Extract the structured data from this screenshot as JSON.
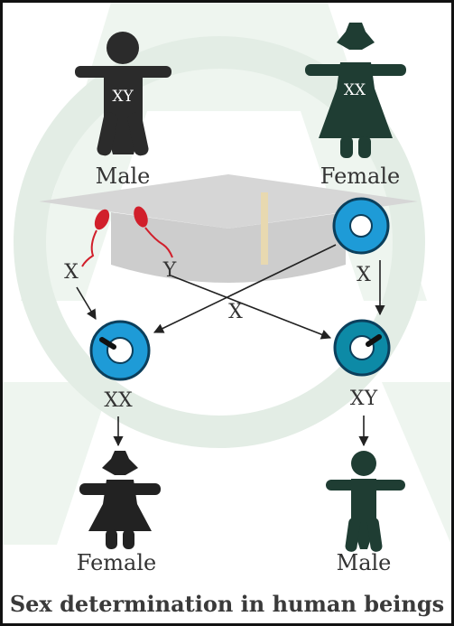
{
  "parents": {
    "male": {
      "label": "Male",
      "chromosomes": "XY"
    },
    "female": {
      "label": "Female",
      "chromosomes": "XX"
    }
  },
  "gametes": {
    "sperm_x": "X",
    "sperm_y": "Y",
    "egg_x_right": "X",
    "egg_x_cross": "X"
  },
  "zygotes": {
    "left": "XX",
    "right": "XY"
  },
  "offspring": {
    "left": "Female",
    "right": "Male"
  },
  "caption": "Sex determination in human beings",
  "colors": {
    "figure_dark": "#2b2b2b",
    "figure_green": "#1f3d33",
    "cell_blue": "#1e9bd7",
    "cell_teal": "#0d8aa6",
    "sperm_red": "#d11f2b",
    "watermark_green": "#e7f1e9"
  }
}
